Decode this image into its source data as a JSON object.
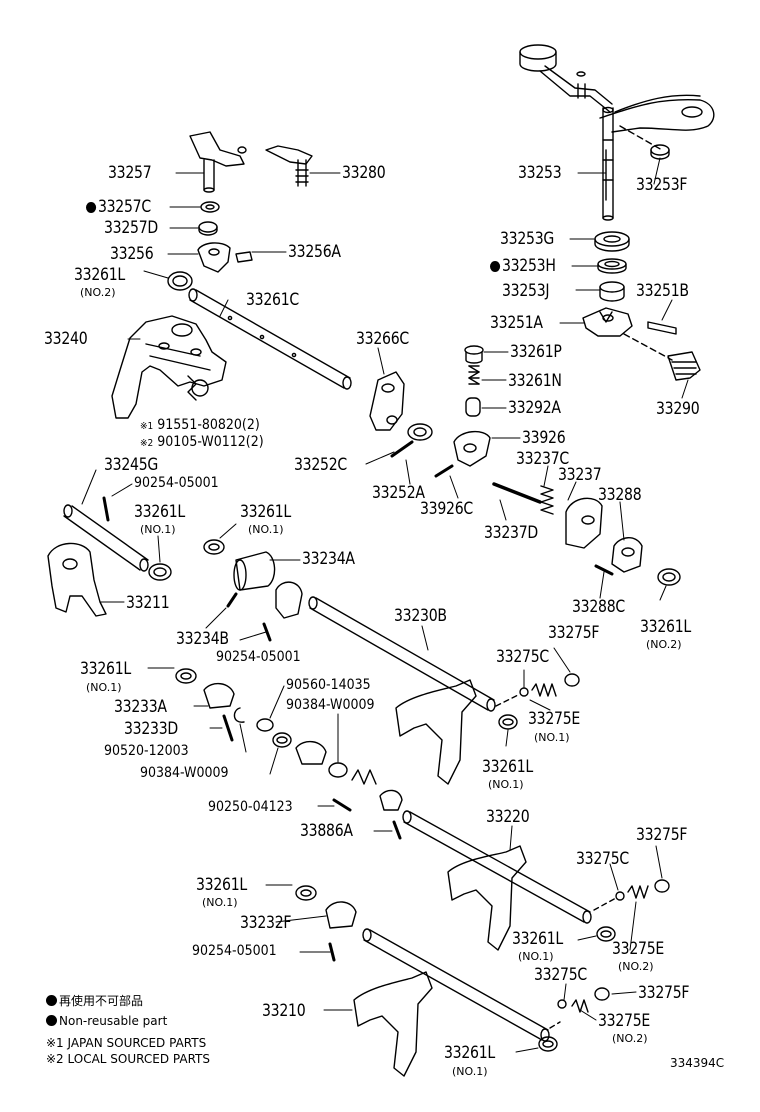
{
  "parts": {
    "p33257": "33257",
    "p33280": "33280",
    "p33257C": "33257C",
    "p33257D": "33257D",
    "p33256": "33256",
    "p33256A": "33256A",
    "p33261L_a": "33261L",
    "no2_a": "(NO.2)",
    "p33261C": "33261C",
    "p33240": "33240",
    "p33266C": "33266C",
    "ref1_mark": "※1",
    "ref1_num": "91551-80820(2)",
    "ref2_mark": "※2",
    "ref2_num": "90105-W0112(2)",
    "p33252C": "33252C",
    "p33252A": "33252A",
    "p33253": "33253",
    "p33253F": "33253F",
    "p33253G": "33253G",
    "p33253H": "33253H",
    "p33253J": "33253J",
    "p33251B": "33251B",
    "p33251A": "33251A",
    "p33261P": "33261P",
    "p33261N": "33261N",
    "p33292A": "33292A",
    "p33290": "33290",
    "p33926": "33926",
    "p33237C": "33237C",
    "p33237": "33237",
    "p33288": "33288",
    "p33926C": "33926C",
    "p33237D": "33237D",
    "p33245G": "33245G",
    "p90254_a": "90254-05001",
    "p33261L_b": "33261L",
    "no1_b": "(NO.1)",
    "p33261L_c": "33261L",
    "no1_c": "(NO.1)",
    "p33234A": "33234A",
    "p33211": "33211",
    "p33234B": "33234B",
    "p90254_b": "90254-05001",
    "p33288C": "33288C",
    "p33261L_d": "33261L",
    "no2_d": "(NO.2)",
    "p33230B": "33230B",
    "p33275F_a": "33275F",
    "p33275C_a": "33275C",
    "p33261L_e": "33261L",
    "no1_e": "(NO.1)",
    "p90560": "90560-14035",
    "p90384_a": "90384-W0009",
    "p33233A": "33233A",
    "p33233D": "33233D",
    "p90520": "90520-12003",
    "p90384_b": "90384-W0009",
    "p33275E_a": "33275E",
    "no1_f": "(NO.1)",
    "p33261L_f": "33261L",
    "no1_g": "(NO.1)",
    "p90250": "90250-04123",
    "p33886A": "33886A",
    "p33220": "33220",
    "p33275F_b": "33275F",
    "p33275C_b": "33275C",
    "p33261L_g": "33261L",
    "no1_h": "(NO.1)",
    "p33232F": "33232F",
    "p90254_c": "90254-05001",
    "p33261L_h": "33261L",
    "no1_i": "(NO.1)",
    "p33275E_b": "33275E",
    "no2_b": "(NO.2)",
    "p33275C_c": "33275C",
    "p33275F_c": "33275F",
    "p33210": "33210",
    "p33275E_c": "33275E",
    "no2_c": "(NO.2)",
    "p33261L_i": "33261L",
    "no1_j": "(NO.1)"
  },
  "legend": {
    "jp": "再使用不可部品",
    "en": "Non-reusable part",
    "note1": "※1 JAPAN SOURCED PARTS",
    "note2": "※2 LOCAL SOURCED PARTS",
    "code": "334394C"
  },
  "icons": {
    "nonreusable": "filled-circle-icon"
  }
}
